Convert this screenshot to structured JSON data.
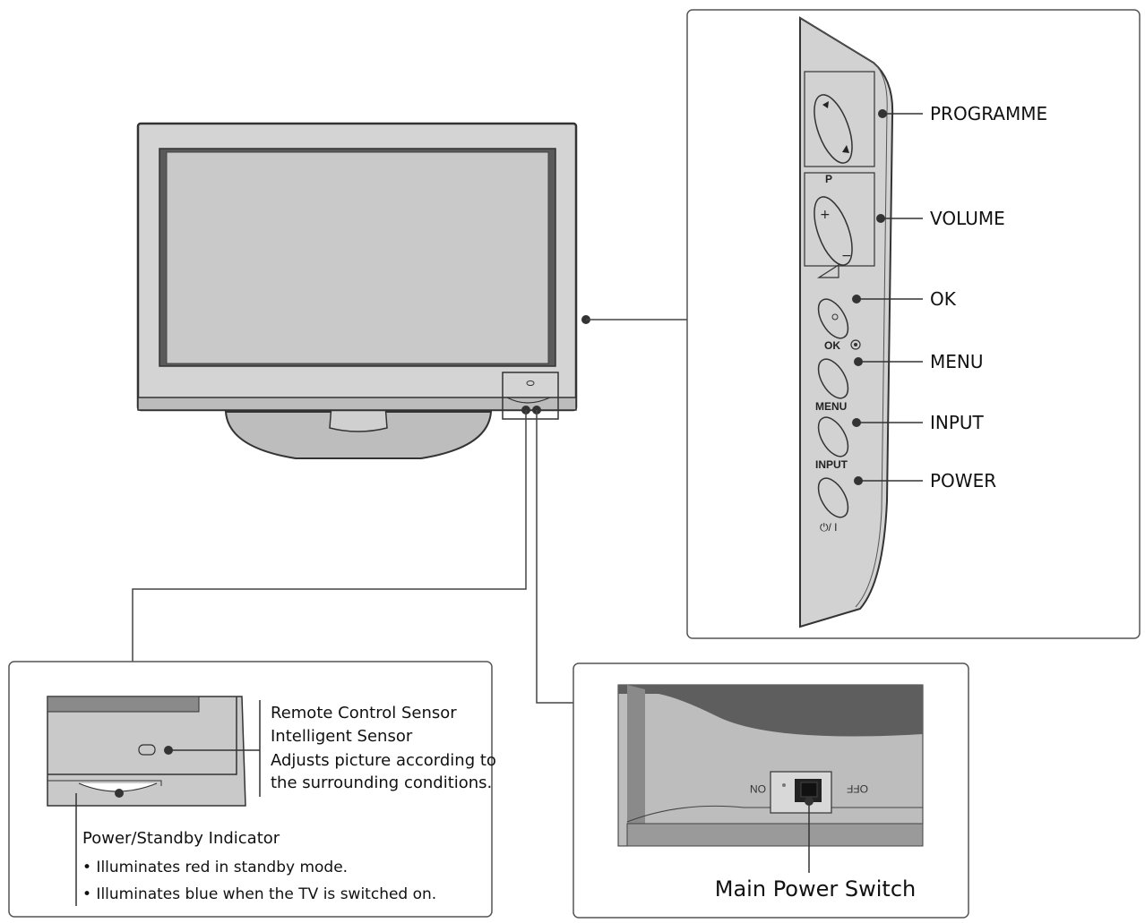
{
  "side_panel": {
    "labels": {
      "programme": "PROGRAMME",
      "volume": "VOLUME",
      "ok": "OK",
      "menu": "MENU",
      "input": "INPUT",
      "power": "POWER"
    },
    "button_text": {
      "p": "P",
      "ok": "OK",
      "menu": "MENU",
      "input": "INPUT",
      "power": "⏻/ I"
    }
  },
  "sensor_box": {
    "title1": "Remote Control Sensor",
    "title2": "Intelligent Sensor",
    "desc1": "Adjusts picture according to",
    "desc2": "the surrounding conditions.",
    "indicator_title": "Power/Standby Indicator",
    "bullet1": "• Illuminates red in standby mode.",
    "bullet2": "• Illuminates blue when the TV is switched on."
  },
  "switch_box": {
    "on_text": "ON",
    "off_text": "OFF",
    "caption": "Main Power Switch"
  },
  "colors": {
    "panel_gray": "#cfcfcf",
    "dark_gray": "#5a5a5a",
    "line": "#444444"
  }
}
